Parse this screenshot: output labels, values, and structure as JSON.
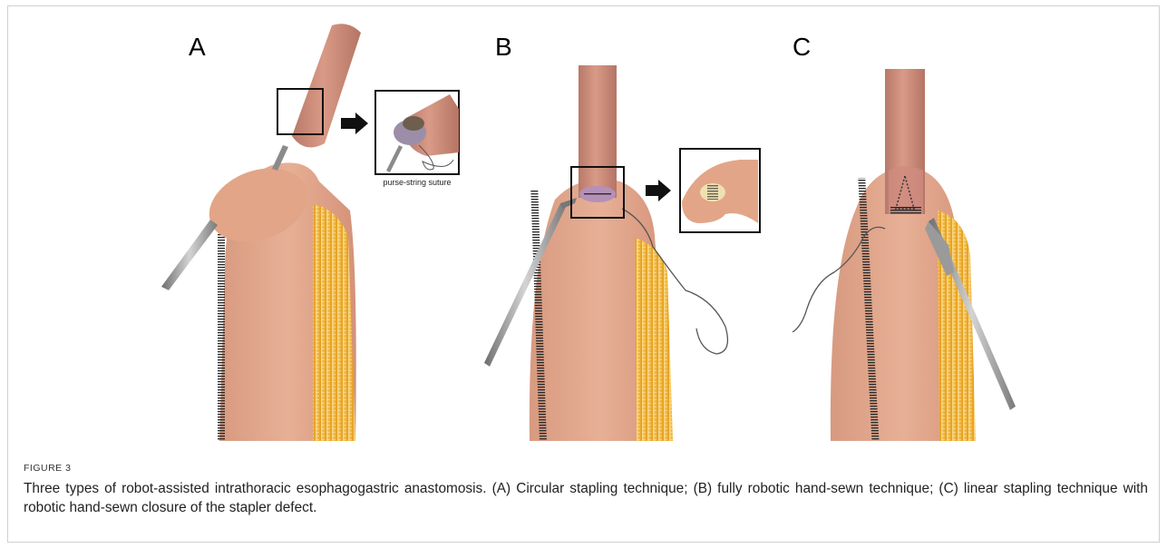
{
  "figure": {
    "panels": [
      {
        "label": "A",
        "inset_label": "purse-string suture"
      },
      {
        "label": "B"
      },
      {
        "label": "C"
      }
    ]
  },
  "caption": {
    "figure_label": "FIGURE 3",
    "text_lead": "Three types of robot-assisted intrathoracic esophagogastric anastomosis. (",
    "letter_a": "A",
    "text_a": ") Circular stapling technique; (",
    "letter_b": "B",
    "text_b": ") fully robotic hand-sewn technique; (",
    "letter_c": "C",
    "text_c": ") linear stapling technique with robotic hand-sewn closure of the stapler defect."
  },
  "colors": {
    "esophagus": "#c98a78",
    "stomach": "#e0a890",
    "fat": "#f0b43a",
    "staples": "#333333",
    "instrument": "#9a9a9a"
  }
}
